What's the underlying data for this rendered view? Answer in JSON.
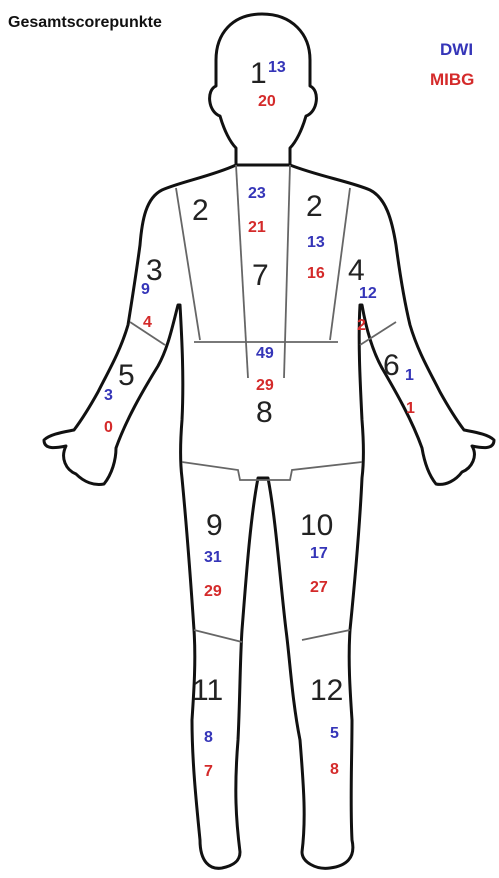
{
  "title": "Gesamtscorepunkte",
  "legend": {
    "dwi_label": "DWI",
    "mibg_label": "MIBG",
    "dwi_color": "#3535b8",
    "mibg_color": "#d42a2a"
  },
  "regions": [
    {
      "id": "head",
      "number": "1",
      "dwi": "13",
      "mibg": "20"
    },
    {
      "id": "right-shoulder",
      "number": "2"
    },
    {
      "id": "left-shoulder",
      "number": "2",
      "dwi": "13",
      "mibg": "16"
    },
    {
      "id": "chest",
      "dwi": "23",
      "mibg": "21"
    },
    {
      "id": "right-upper-arm",
      "number": "3",
      "dwi": "9",
      "mibg": "4"
    },
    {
      "id": "left-upper-arm",
      "number": "4",
      "dwi": "12",
      "mibg": "2"
    },
    {
      "id": "right-forearm",
      "number": "5",
      "dwi": "3",
      "mibg": "0"
    },
    {
      "id": "left-forearm",
      "number": "6",
      "dwi": "1",
      "mibg": "1"
    },
    {
      "id": "trunk",
      "number": "7"
    },
    {
      "id": "pelvis",
      "number": "8",
      "dwi": "49",
      "mibg": "29"
    },
    {
      "id": "right-thigh",
      "number": "9",
      "dwi": "31",
      "mibg": "29"
    },
    {
      "id": "left-thigh",
      "number": "10",
      "dwi": "17",
      "mibg": "27"
    },
    {
      "id": "right-lower-leg",
      "number": "11",
      "dwi": "8",
      "mibg": "7"
    },
    {
      "id": "left-lower-leg",
      "number": "12",
      "dwi": "5",
      "mibg": "8"
    }
  ]
}
